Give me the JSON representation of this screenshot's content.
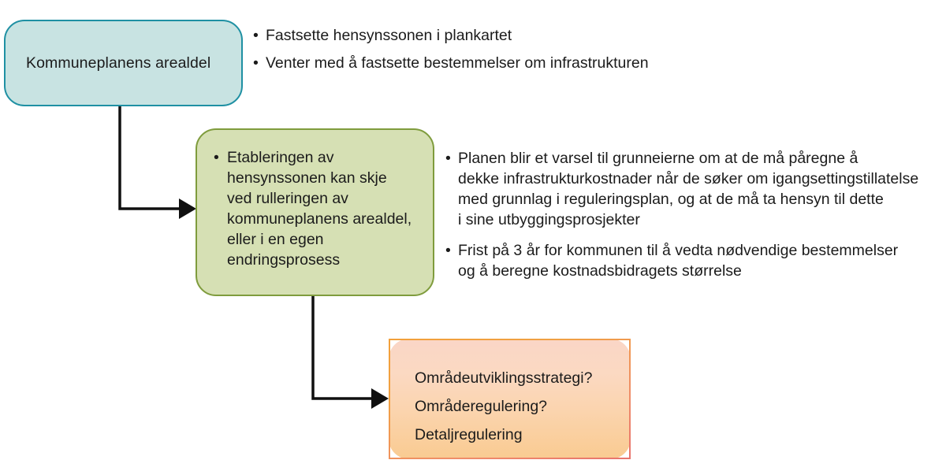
{
  "diagram": {
    "title_text": "Kommuneplanens arealdel",
    "colors": {
      "teal_fill": "#c8e3e2",
      "teal_border": "#1f90a3",
      "green_fill": "#d6e0b4",
      "green_border": "#7f9c3d",
      "orange_fill_top": "#fad6c6",
      "orange_fill_bottom": "#f9cb92",
      "orange_border": "#ef9a4e",
      "connector": "#101010",
      "text": "#1b1b1b"
    }
  },
  "nodes": {
    "teal": {
      "label": "Kommuneplanens arealdel"
    },
    "green": {
      "bullets": [
        {
          "lines": [
            "Etableringen av",
            "hensynssonen kan skje",
            "ved rulleringen av",
            "kommuneplanens arealdel,",
            "eller i en egen",
            "endringsprosess"
          ]
        }
      ]
    },
    "orange": {
      "lines": [
        "Områdeutviklingsstrategi?",
        "Områderegulering?",
        "Detaljregulering"
      ]
    }
  },
  "annotations": {
    "top_list": {
      "bullets": [
        {
          "lines": [
            "Fastsette hensynssonen i plankartet"
          ]
        },
        {
          "lines": [
            "Venter med å fastsette bestemmelser om infrastrukturen"
          ]
        }
      ]
    },
    "middle_list": {
      "bullets": [
        {
          "lines": [
            "Planen blir et varsel til grunneierne om at de må påregne å",
            "dekke infrastrukturkostnader når de søker om igangsettingstillatelse",
            "med grunnlag i reguleringsplan, og at de må ta hensyn til dette",
            "i sine utbyggingsprosjekter"
          ]
        },
        {
          "lines": [
            "Frist på 3 år for kommunen til å vedta nødvendige bestemmelser",
            "og å beregne kostnadsbidragets størrelse"
          ]
        }
      ]
    }
  },
  "bullet_glyph": "•"
}
